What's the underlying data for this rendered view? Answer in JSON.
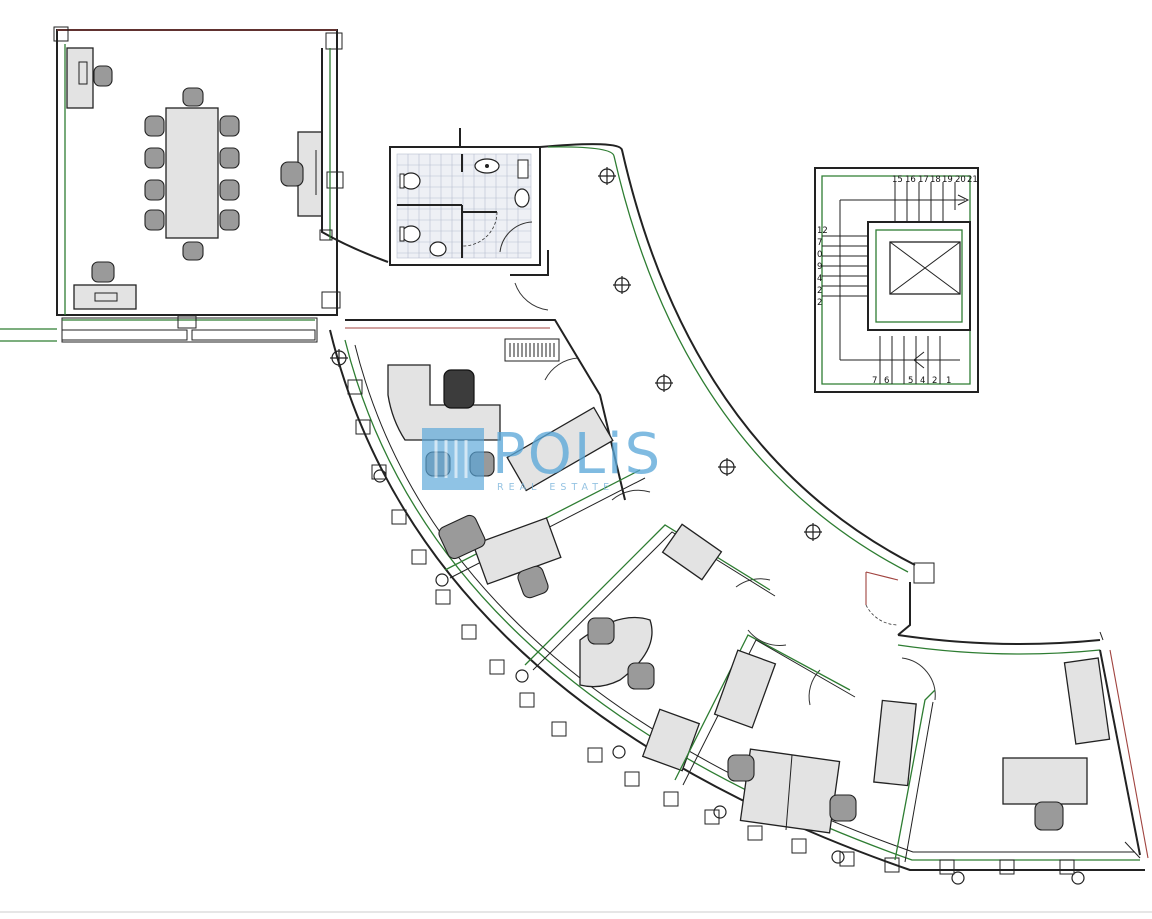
{
  "watermark": {
    "brand": "POLiS",
    "tagline": "REAL ESTATE",
    "color": "#5aa7d9"
  },
  "stair_numbers_top": [
    "15",
    "16",
    "17",
    "18",
    "19",
    "20",
    "21"
  ],
  "stair_numbers_left": [
    "12",
    "7",
    "0",
    "9",
    "4",
    "2",
    "2"
  ],
  "stair_numbers_bottom": [
    "7",
    "6",
    "5",
    "4",
    "2",
    "1"
  ],
  "icons": [
    "ceiling-lamp-icon",
    "elevator-shaft-icon",
    "door-swing-icon",
    "wc-icon",
    "sink-icon"
  ]
}
